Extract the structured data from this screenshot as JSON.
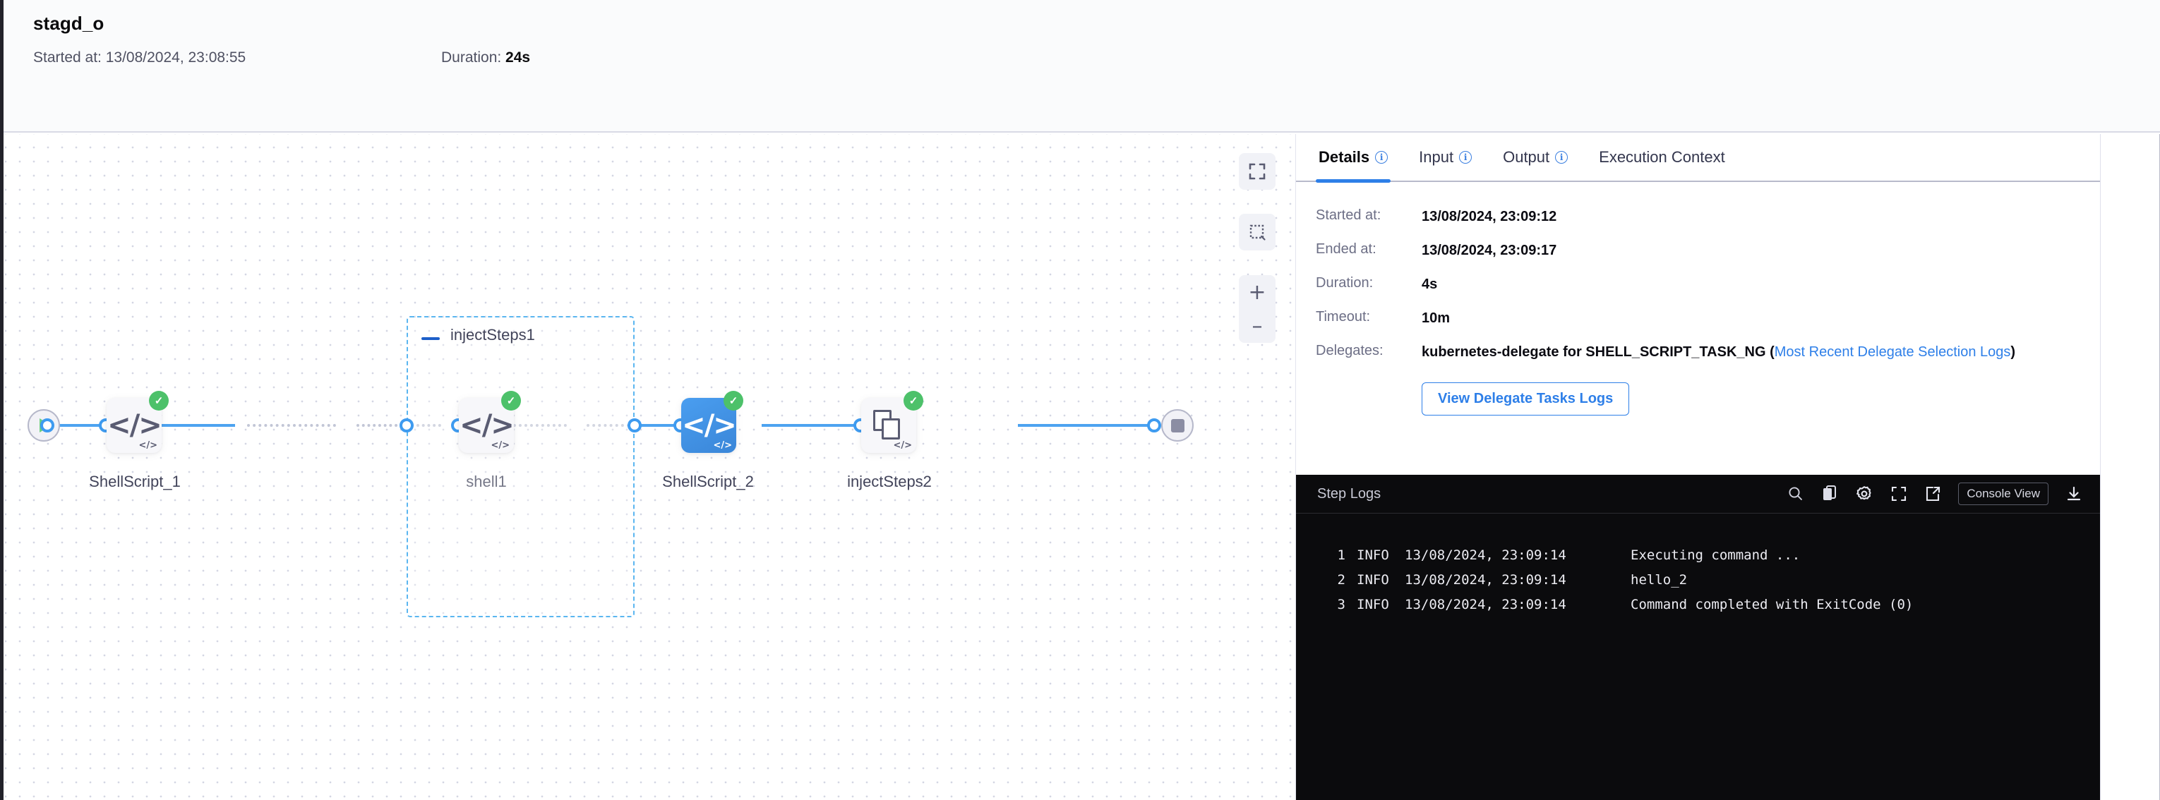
{
  "header": {
    "title": "stagd_o",
    "started_label": "Started at: 13/08/2024, 23:08:55",
    "duration_prefix": "Duration: ",
    "duration_value": "24s"
  },
  "graph": {
    "start_node_name": "start-node",
    "end_node_name": "end-node",
    "group": {
      "label": "injectSteps1",
      "collapse_icon": "minus-icon"
    },
    "nodes": [
      {
        "label": "ShellScript_1",
        "icon": "code-icon",
        "status": "success",
        "selected": false
      },
      {
        "label": "shell1",
        "icon": "code-icon",
        "status": "success",
        "selected": false
      },
      {
        "label": "ShellScript_2",
        "icon": "code-icon",
        "status": "success",
        "selected": true
      },
      {
        "label": "injectSteps2",
        "icon": "steps-group-icon",
        "status": "success",
        "selected": false
      }
    ],
    "controls": [
      {
        "name": "fit-to-screen-button",
        "icon": "expand-icon"
      },
      {
        "name": "select-area-button",
        "icon": "marquee-select-icon"
      },
      {
        "name": "zoom-in-button",
        "icon": "plus-icon",
        "label": "+"
      },
      {
        "name": "zoom-out-button",
        "icon": "minus-icon",
        "label": "–"
      }
    ],
    "status_check_glyph": "✓"
  },
  "panel": {
    "tabs": [
      {
        "label": "Details",
        "has_info": true,
        "active": true
      },
      {
        "label": "Input",
        "has_info": true,
        "active": false
      },
      {
        "label": "Output",
        "has_info": true,
        "active": false
      },
      {
        "label": "Execution Context",
        "has_info": false,
        "active": false
      }
    ],
    "details": {
      "started_at_label": "Started at:",
      "started_at_value": "13/08/2024, 23:09:12",
      "ended_at_label": "Ended at:",
      "ended_at_value": "13/08/2024, 23:09:17",
      "duration_label": "Duration:",
      "duration_value": "4s",
      "timeout_label": "Timeout:",
      "timeout_value": "10m",
      "delegates_label": "Delegates:",
      "delegates_value": "kubernetes-delegate for SHELL_SCRIPT_TASK_NG (",
      "delegates_link": "Most Recent Delegate Selection Logs",
      "delegates_value_tail": ")",
      "view_logs_button": "View Delegate Tasks Logs"
    }
  },
  "logs": {
    "title": "Step Logs",
    "console_view_label": "Console View",
    "tools": [
      {
        "name": "search-icon"
      },
      {
        "name": "copy-icon"
      },
      {
        "name": "gear-icon"
      },
      {
        "name": "fullscreen-icon"
      },
      {
        "name": "open-external-icon"
      },
      {
        "name": "download-icon"
      }
    ],
    "lines": [
      {
        "num": "1",
        "level": "INFO",
        "time": "13/08/2024, 23:09:14",
        "msg": "Executing command ..."
      },
      {
        "num": "2",
        "level": "INFO",
        "time": "13/08/2024, 23:09:14",
        "msg": "hello_2"
      },
      {
        "num": "3",
        "level": "INFO",
        "time": "13/08/2024, 23:09:14",
        "msg": "Command completed with ExitCode (0)"
      }
    ]
  },
  "colors": {
    "accent": "#2e7fe8",
    "edge": "#4da3f0",
    "success": "#4dc16a",
    "group_border": "#5bb6f0",
    "console_bg": "#0b0b0d"
  }
}
